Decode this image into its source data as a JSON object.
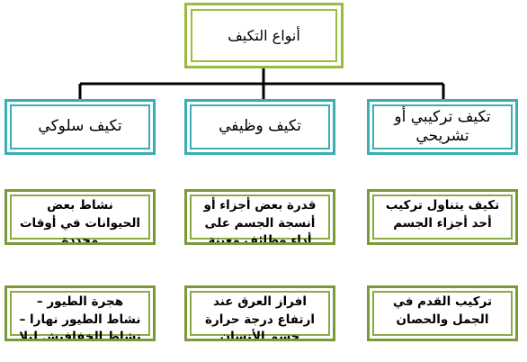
{
  "diagram": {
    "root": "أنواع التكيف",
    "categories": [
      {
        "title": "تكيف سلوكي",
        "definition": "نشاط بعض الحيوانات في أوقات محددة",
        "example": "هجرة الطيور – نشاط الطيور نهارا –نشاط الخفافيش ليلا"
      },
      {
        "title": "تكيف وظيفي",
        "definition": "قدرة بعض أجزاء أو أنسجة الجسم على أداء وظائف معينة",
        "example": "افراز العرق عند ارتفاع درجة حرارة جسم الأنسان"
      },
      {
        "title": "تكيف تركيبي أو تشريحي",
        "definition": "تكيف يتناول تركيب أحد أجزاء الجسم",
        "example": "تركيب القدم في الجمل والحصان"
      }
    ],
    "colors": {
      "root_border": "#9bbb3c",
      "category_border": "#3aaeb4",
      "detail_border": "#7a9a3a",
      "connector": "#000000"
    }
  }
}
